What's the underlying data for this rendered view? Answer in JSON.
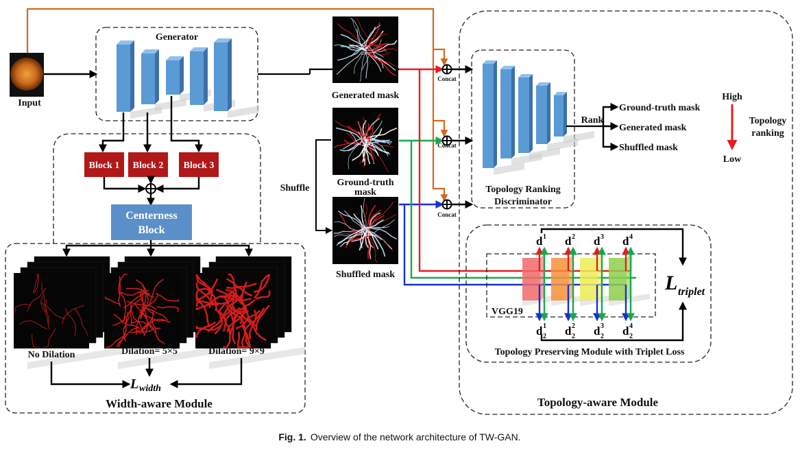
{
  "diagram": {
    "input_label": "Input",
    "generator_label": "Generator",
    "blocks": [
      "Block 1",
      "Block 2",
      "Block 3"
    ],
    "centerness_label_line1": "Centerness",
    "centerness_label_line2": "Block",
    "dilations": [
      "No Dilation",
      "Dilation= 5×5",
      "Dilation= 9×9"
    ],
    "l_width": "L",
    "l_width_sub": "width",
    "width_module_label": "Width-aware Module",
    "generated_mask_label": "Generated mask",
    "gt_mask_label_line1": "Ground-truth",
    "gt_mask_label_line2": "mask",
    "shuffled_mask_label": "Shuffled mask",
    "shuffle_label": "Shuffle",
    "concat_label": "Concat",
    "discriminator_label_line1": "Topology Ranking",
    "discriminator_label_line2": "Discriminator",
    "rank_label": "Rank",
    "rank_outputs": [
      "Ground-truth mask",
      "Generated mask",
      "Shuffled mask"
    ],
    "high_label": "High",
    "low_label": "Low",
    "topology_ranking_line1": "Topology",
    "topology_ranking_line2": "ranking",
    "vgg_label": "VGG19",
    "d_top": [
      "d",
      "d",
      "d",
      "d"
    ],
    "d_top_sup": [
      "1",
      "2",
      "3",
      "4"
    ],
    "d_bot": [
      "d",
      "d",
      "d",
      "d"
    ],
    "d_bot_sup": [
      "1",
      "2",
      "3",
      "4"
    ],
    "d_bot_sub": [
      "2",
      "2",
      "2",
      "2"
    ],
    "l_triplet": "L",
    "l_triplet_sub": "triplet",
    "triplet_module_label": "Topology Preserving Module with Triplet Loss",
    "topology_module_label": "Topology-aware Module"
  },
  "caption": {
    "fig": "Fig. 1.",
    "text": "Overview of the network architecture of TW-GAN."
  },
  "colors": {
    "block_red": "#b11818",
    "centerness_blue": "#5b8fc9",
    "layer_blue": "#5b9bd5",
    "orange_line": "#d2691e",
    "red_line": "#e81c1c",
    "green_line": "#17a84a",
    "blue_line": "#1730d6"
  }
}
